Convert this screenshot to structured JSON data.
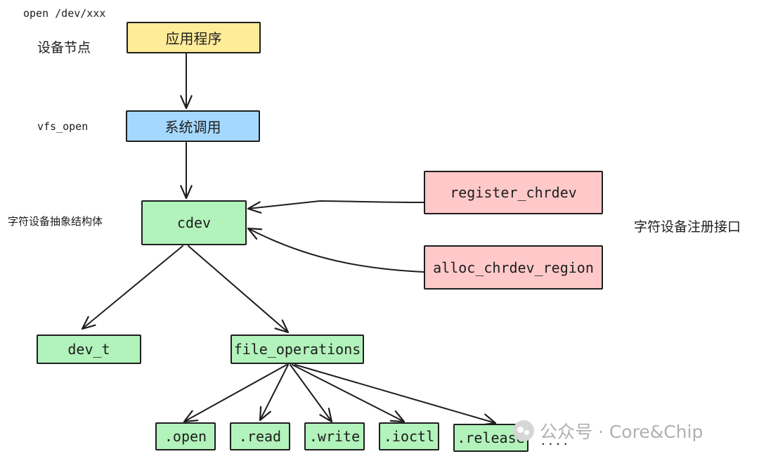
{
  "side_labels": {
    "open_path": "open /dev/xxx",
    "device_node": "设备节点",
    "vfs_open": "vfs_open",
    "cdev_desc": "字符设备抽象结构体",
    "register_if": "字符设备注册接口"
  },
  "nodes": {
    "app": "应用程序",
    "syscall": "系统调用",
    "cdev": "cdev",
    "register_chrdev": "register_chrdev",
    "alloc_chrdev_region": "alloc_chrdev_region",
    "dev_t": "dev_t",
    "file_operations": "file_operations",
    "op_open": ".open",
    "op_read": ".read",
    "op_write": ".write",
    "op_ioctl": ".ioctl",
    "op_release": ".release",
    "more": "...."
  },
  "watermark": {
    "text": "公众号 · Core&Chip",
    "icon": "wechat-icon"
  },
  "colors": {
    "yellow": "#ffec99",
    "blue": "#a5d8ff",
    "green": "#b2f2bb",
    "red": "#ffc9c9",
    "stroke": "#1e1e1e"
  }
}
